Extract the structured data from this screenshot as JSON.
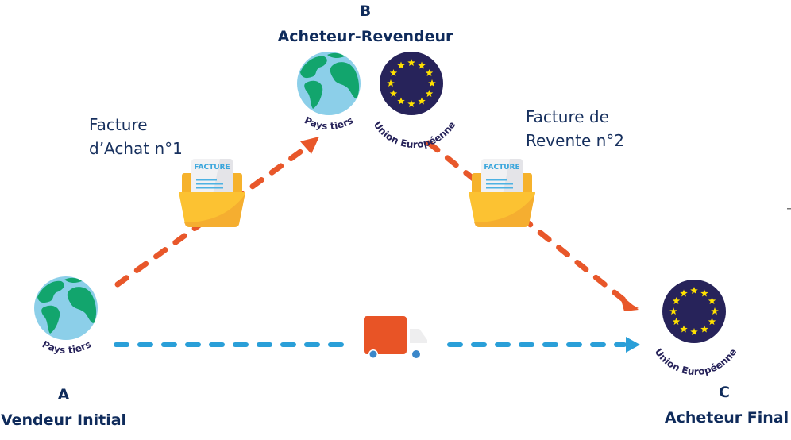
{
  "parties": {
    "a": {
      "letter": "A",
      "role": "Vendeur Initial",
      "region": "Pays tiers"
    },
    "b": {
      "letter": "B",
      "role": "Acheteur-Revendeur",
      "regions": [
        "Pays tiers",
        "Union Européenne"
      ]
    },
    "c": {
      "letter": "C",
      "role": "Acheteur Final",
      "region": "Union Européenne"
    }
  },
  "invoices": [
    {
      "line1": "Facture",
      "line2": "d’Achat n°1",
      "doc_label": "FACTURE"
    },
    {
      "line1": "Facture de",
      "line2": "Revente n°2",
      "doc_label": "FACTURE"
    }
  ],
  "flows": {
    "invoice_flow_color": "#e8572a",
    "goods_flow_color": "#2a9fd8"
  },
  "icons": {
    "globe": "globe-icon",
    "eu_flag": "eu-flag-icon",
    "folder": "invoice-folder-icon",
    "truck": "delivery-truck-icon"
  },
  "colors": {
    "text_dark": "#0f2b5b",
    "eu_blue": "#27235a",
    "eu_star": "#ffe100",
    "ocean": "#8ccfe9",
    "land": "#12a56d",
    "folder": "#fcc232",
    "truck": "#e85426"
  }
}
